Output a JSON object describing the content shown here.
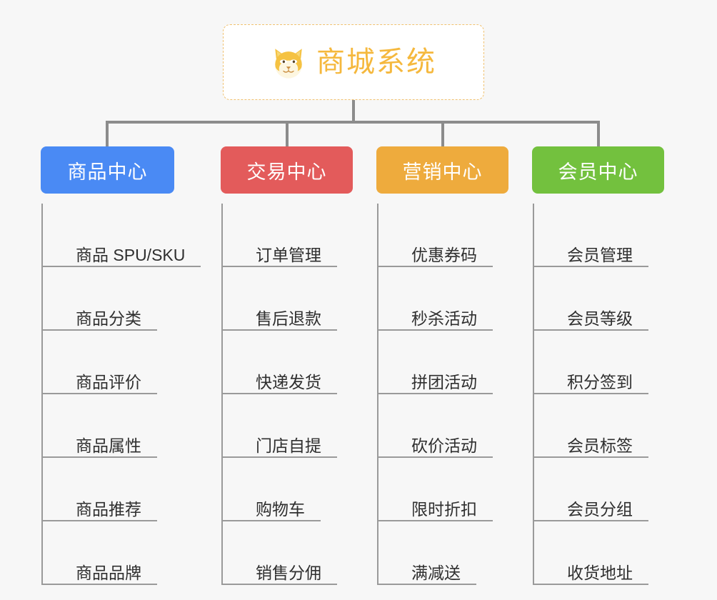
{
  "root": {
    "title": "商城系统",
    "icon": "shiba-dog-face-icon",
    "color": "#f5b83d",
    "border_color": "#f0c170"
  },
  "background_color": "#f7f7f7",
  "connector_color": "#8c8c8c",
  "categories": [
    {
      "label": "商品中心",
      "color": "#4a8af4",
      "items": [
        "商品 SPU/SKU",
        "商品分类",
        "商品评价",
        "商品属性",
        "商品推荐",
        "商品品牌"
      ]
    },
    {
      "label": "交易中心",
      "color": "#e35b5b",
      "items": [
        "订单管理",
        "售后退款",
        "快递发货",
        "门店自提",
        "购物车",
        "销售分佣"
      ]
    },
    {
      "label": "营销中心",
      "color": "#eeab3d",
      "items": [
        "优惠券码",
        "秒杀活动",
        "拼团活动",
        "砍价活动",
        "限时折扣",
        "满减送"
      ]
    },
    {
      "label": "会员中心",
      "color": "#73c13e",
      "items": [
        "会员管理",
        "会员等级",
        "积分签到",
        "会员标签",
        "会员分组",
        "收货地址"
      ]
    }
  ]
}
